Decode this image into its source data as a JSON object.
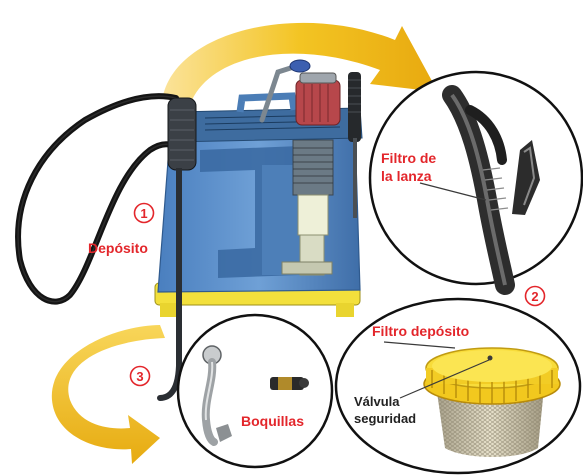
{
  "labels": {
    "deposito": "Depósito",
    "filtro_lanza_line1": "Filtro de",
    "filtro_lanza_line2": "la lanza",
    "filtro_deposito": "Filtro depósito",
    "valvula_line1": "Válvula",
    "valvula_line2": "seguridad",
    "boquillas": "Boquillas"
  },
  "numbers": {
    "one": "1",
    "two": "2",
    "three": "3"
  },
  "colors": {
    "label_red": "#e3262b",
    "tank_blue": "#5b8fc9",
    "tank_dark": "#35608f",
    "arrow_yellow": "#f1c51a",
    "base_yellow": "#f3e03c",
    "hose_black": "#141414"
  }
}
